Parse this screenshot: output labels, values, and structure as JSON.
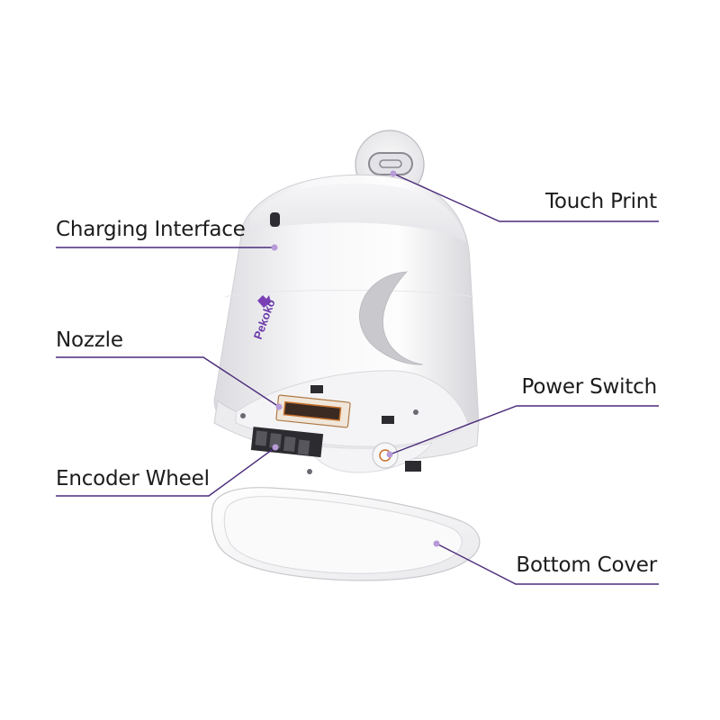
{
  "brand": {
    "logo_text": "Pekoko"
  },
  "colors": {
    "leader_line": "#4a2a7a",
    "leader_dot": "#b79ad8",
    "device_body": "#f2f2f4",
    "accent_purple": "#7b3fb5",
    "nozzle_amber": "#c8702a"
  },
  "labels": {
    "touch_print": "Touch Print",
    "charging_interface": "Charging Interface",
    "nozzle": "Nozzle",
    "power_switch": "Power Switch",
    "encoder_wheel": "Encoder Wheel",
    "bottom_cover": "Bottom Cover"
  }
}
